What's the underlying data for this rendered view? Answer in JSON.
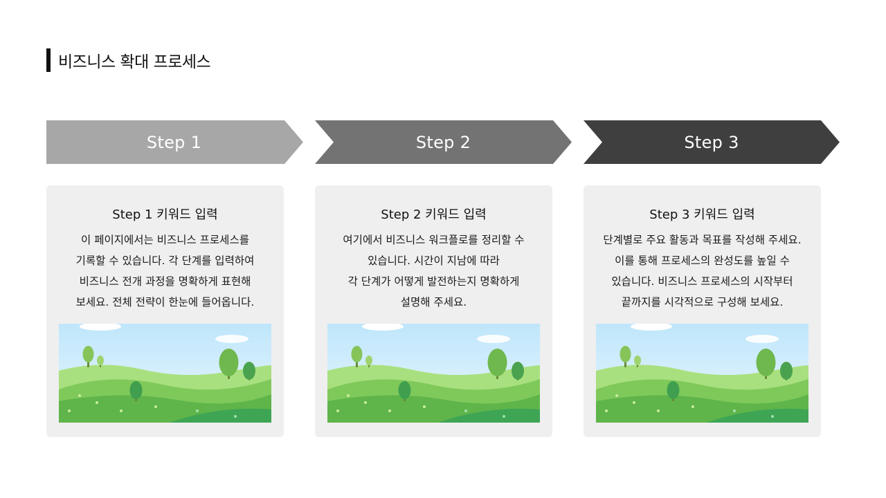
{
  "page": {
    "title": "비즈니스 확대 프로세스"
  },
  "steps": [
    {
      "arrow_label": "Step 1",
      "card_title": "Step 1 키워드 입력",
      "body_lines": [
        "이 페이지에서는 비즈니스 프로세스를",
        "기록할 수 있습니다. 각 단계를 입력하여",
        "비즈니스 전개 과정을 명확하게 표현해",
        "보세요. 전체 전략이 한눈에 들어옵니다."
      ],
      "arrow_color": "#a7a7a7"
    },
    {
      "arrow_label": "Step 2",
      "card_title": "Step 2 키워드 입력",
      "body_lines": [
        "여기에서 비즈니스 워크플로를 정리할 수",
        "있습니다. 시간이 지남에 따라",
        "각 단계가 어떻게 발전하는지 명확하게",
        "설명해 주세요."
      ],
      "arrow_color": "#737373"
    },
    {
      "arrow_label": "Step 3",
      "card_title": "Step 3 키워드 입력",
      "body_lines": [
        "단계별로 주요 활동과 목표를 작성해 주세요.",
        "이를 통해 프로세스의 완성도를 높일 수",
        "있습니다. 비즈니스 프로세스의 시작부터",
        "끝까지를 시각적으로 구성해 보세요."
      ],
      "arrow_color": "#3f3f3f"
    }
  ],
  "image_icon": "landscape-illustration",
  "colors": {
    "title_bar": "#111111",
    "card_background": "#efefef"
  }
}
